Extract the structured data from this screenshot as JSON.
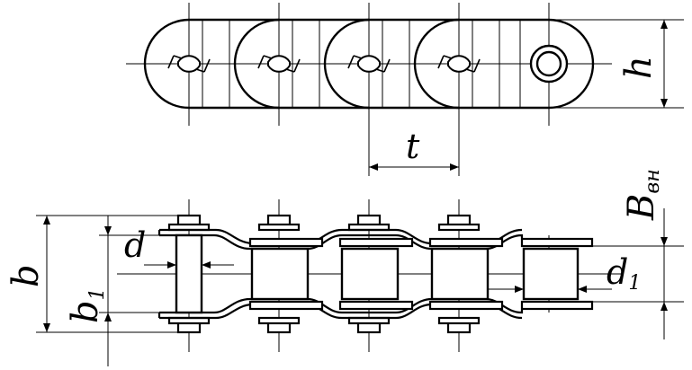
{
  "labels": {
    "h": "h",
    "t": "t",
    "B": "B",
    "B_sub": "вн",
    "b": "b",
    "b1": "b",
    "b1_sub": "1",
    "d": "d",
    "d1": "d",
    "d1_sub": "1"
  },
  "colors": {
    "line": "#000000",
    "background": "#ffffff"
  }
}
